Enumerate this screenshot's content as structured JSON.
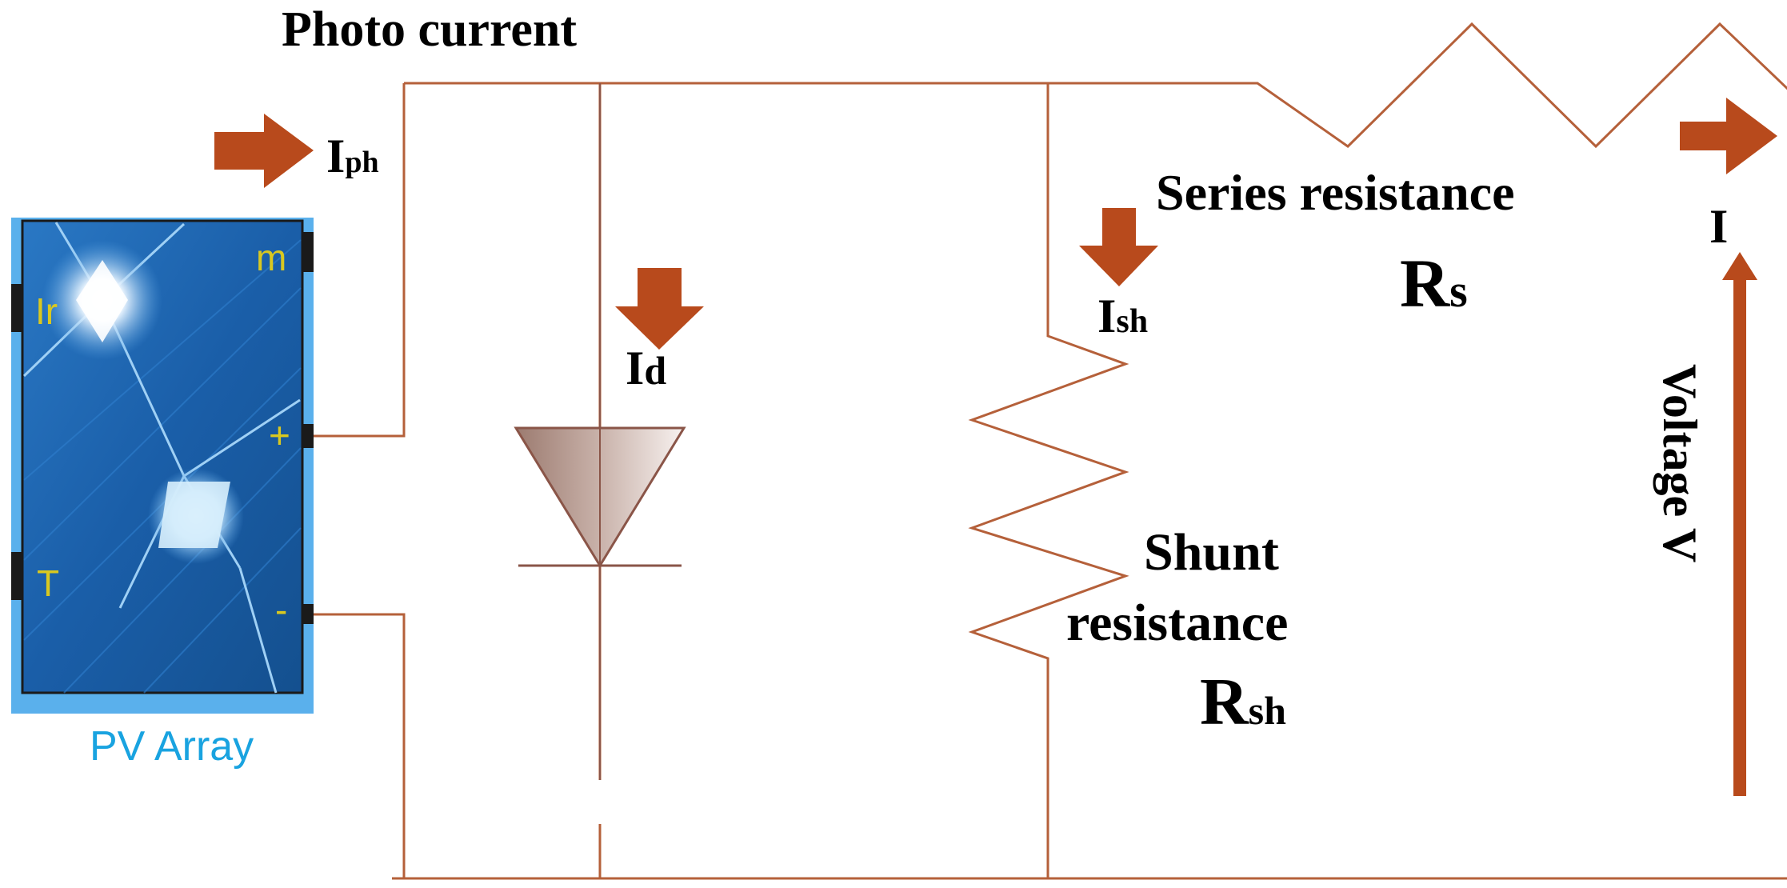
{
  "labels": {
    "photo_current": "Photo current",
    "iph_main": "I",
    "iph_sub": "ph",
    "id_main": "I",
    "id_sub": "d",
    "ish_main": "I",
    "ish_sub": "sh",
    "series_resistance": "Series resistance",
    "rs_main": "R",
    "rs_sub": "s",
    "i_output": "I",
    "voltage": "Voltage V",
    "shunt_line1": "Shunt",
    "shunt_line2": "resistance",
    "rsh_main": "R",
    "rsh_sub": "sh"
  },
  "pv_block": {
    "caption": "PV Array",
    "port_ir": "Ir",
    "port_t": "T",
    "port_m": "m",
    "port_plus": "+",
    "port_minus": "-"
  },
  "colors": {
    "wire": "#b5603a",
    "arrow": "#b84a1c",
    "panel": "#1a5ea8",
    "panel_border": "#1a1a1a",
    "caption": "#19a3e0",
    "port_label": "#d9c820"
  }
}
